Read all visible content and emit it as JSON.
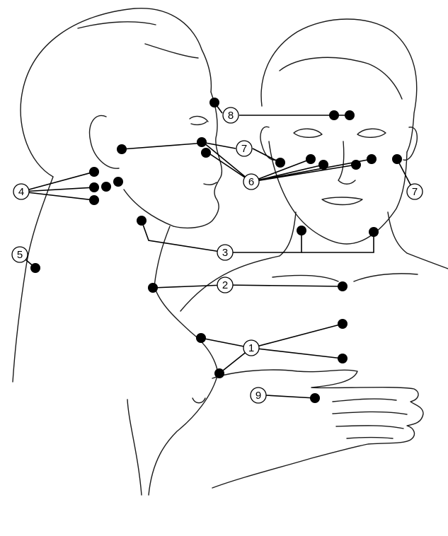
{
  "labels": [
    {
      "id": "1",
      "text": "1"
    },
    {
      "id": "2",
      "text": "2"
    },
    {
      "id": "3",
      "text": "3"
    },
    {
      "id": "4",
      "text": "4"
    },
    {
      "id": "5",
      "text": "5"
    },
    {
      "id": "6",
      "text": "6"
    },
    {
      "id": "7a",
      "text": "7"
    },
    {
      "id": "7b",
      "text": "7"
    },
    {
      "id": "8",
      "text": "8"
    },
    {
      "id": "9",
      "text": "9"
    }
  ]
}
